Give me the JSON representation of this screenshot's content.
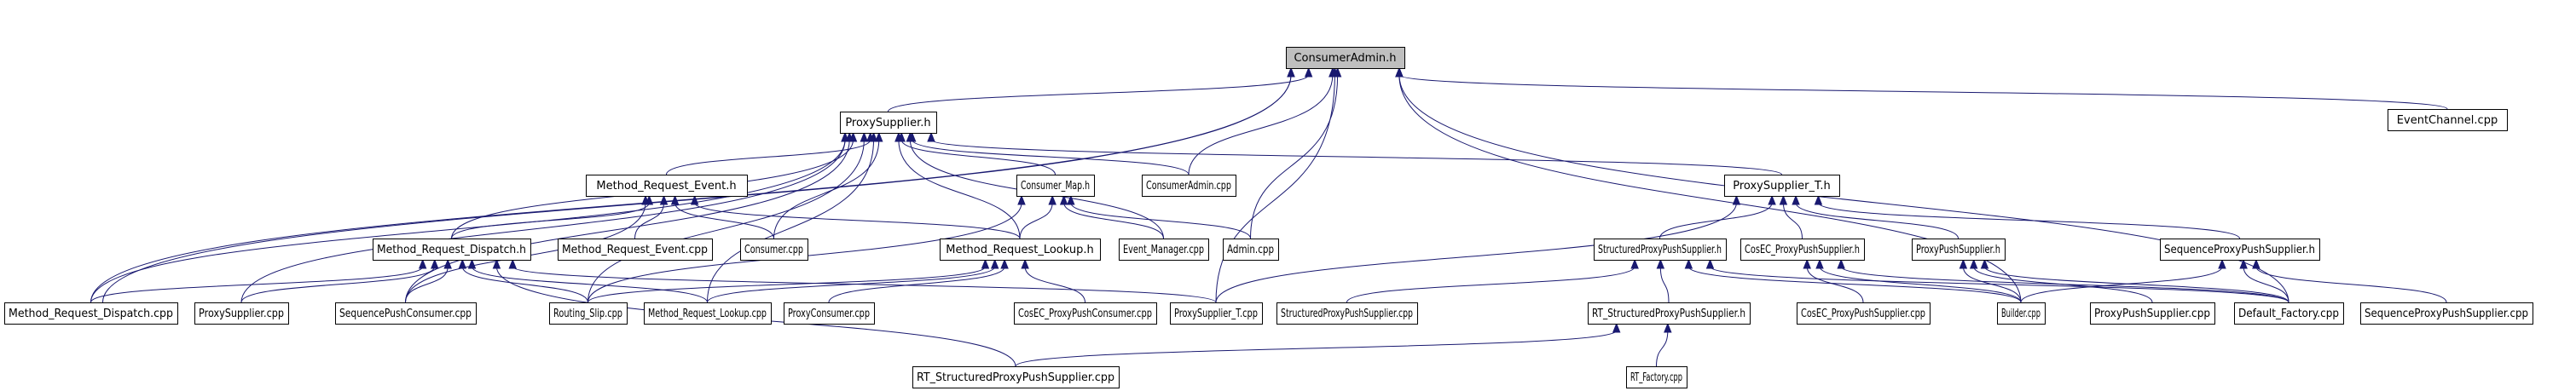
{
  "title": "ConsumerAdmin.h include dependency graph",
  "colors": {
    "edge": "#191970",
    "focus_fill": "#bfbfbf",
    "node_fill": "#ffffff",
    "node_border": "#000000"
  },
  "nodes": [
    {
      "id": "consumeradmin_h",
      "label": "ConsumerAdmin.h",
      "focus": true
    },
    {
      "id": "eventchannel_cpp",
      "label": "EventChannel.cpp"
    },
    {
      "id": "proxysupplier_h",
      "label": "ProxySupplier.h"
    },
    {
      "id": "method_request_event_h",
      "label": "Method_Request_Event.h"
    },
    {
      "id": "consumer_map_h",
      "label": "Consumer_Map.h"
    },
    {
      "id": "consumeradmin_cpp",
      "label": "ConsumerAdmin.cpp"
    },
    {
      "id": "proxysupplier_t_h",
      "label": "ProxySupplier_T.h"
    },
    {
      "id": "method_request_dispatch_h",
      "label": "Method_Request_Dispatch.h"
    },
    {
      "id": "method_request_event_cpp",
      "label": "Method_Request_Event.cpp"
    },
    {
      "id": "consumer_cpp",
      "label": "Consumer.cpp"
    },
    {
      "id": "method_request_lookup_h",
      "label": "Method_Request_Lookup.h"
    },
    {
      "id": "event_manager_cpp",
      "label": "Event_Manager.cpp"
    },
    {
      "id": "admin_cpp",
      "label": "Admin.cpp"
    },
    {
      "id": "structuredproxypushsupplier_h",
      "label": "StructuredProxyPushSupplier.h"
    },
    {
      "id": "cosec_proxypushsupplier_h",
      "label": "CosEC_ProxyPushSupplier.h"
    },
    {
      "id": "proxypushsupplier_h",
      "label": "ProxyPushSupplier.h"
    },
    {
      "id": "sequenceproxypushsupplier_h",
      "label": "SequenceProxyPushSupplier.h"
    },
    {
      "id": "method_request_dispatch_cpp",
      "label": "Method_Request_Dispatch.cpp"
    },
    {
      "id": "proxysupplier_cpp",
      "label": "ProxySupplier.cpp"
    },
    {
      "id": "sequencepushconsumer_cpp",
      "label": "SequencePushConsumer.cpp"
    },
    {
      "id": "routing_slip_cpp",
      "label": "Routing_Slip.cpp"
    },
    {
      "id": "method_request_lookup_cpp",
      "label": "Method_Request_Lookup.cpp"
    },
    {
      "id": "proxyconsumer_cpp",
      "label": "ProxyConsumer.cpp"
    },
    {
      "id": "cosec_proxypushconsumer_cpp",
      "label": "CosEC_ProxyPushConsumer.cpp"
    },
    {
      "id": "proxysupplier_t_cpp",
      "label": "ProxySupplier_T.cpp"
    },
    {
      "id": "structuredproxypushsupplier_cpp",
      "label": "StructuredProxyPushSupplier.cpp"
    },
    {
      "id": "rt_structuredproxypushsupplier_h",
      "label": "RT_StructuredProxyPushSupplier.h"
    },
    {
      "id": "cosec_proxypushsupplier_cpp",
      "label": "CosEC_ProxyPushSupplier.cpp"
    },
    {
      "id": "builder_cpp",
      "label": "Builder.cpp"
    },
    {
      "id": "proxypushsupplier_cpp",
      "label": "ProxyPushSupplier.cpp"
    },
    {
      "id": "default_factory_cpp",
      "label": "Default_Factory.cpp"
    },
    {
      "id": "sequenceproxypushsupplier_cpp",
      "label": "SequenceProxyPushSupplier.cpp"
    },
    {
      "id": "rt_structuredproxypushsupplier_cpp",
      "label": "RT_StructuredProxyPushSupplier.cpp"
    },
    {
      "id": "rt_factory_cpp",
      "label": "RT_Factory.cpp"
    }
  ],
  "edges": [
    {
      "from": "eventchannel_cpp",
      "to": "consumeradmin_h"
    },
    {
      "from": "proxysupplier_h",
      "to": "consumeradmin_h"
    },
    {
      "from": "consumeradmin_cpp",
      "to": "consumeradmin_h"
    },
    {
      "from": "admin_cpp",
      "to": "consumeradmin_h"
    },
    {
      "from": "proxysupplier_t_cpp",
      "to": "consumeradmin_h"
    },
    {
      "from": "builder_cpp",
      "to": "consumeradmin_h"
    },
    {
      "from": "default_factory_cpp",
      "to": "consumeradmin_h"
    },
    {
      "from": "method_request_dispatch_cpp",
      "to": "consumeradmin_h"
    },
    {
      "from": "method_request_dispatch_cpp",
      "to": "consumeradmin_h",
      "alt": true
    },
    {
      "from": "method_request_event_h",
      "to": "proxysupplier_h"
    },
    {
      "from": "consumer_map_h",
      "to": "proxysupplier_h"
    },
    {
      "from": "consumeradmin_cpp",
      "to": "proxysupplier_h"
    },
    {
      "from": "proxysupplier_t_h",
      "to": "proxysupplier_h"
    },
    {
      "from": "method_request_dispatch_h",
      "to": "proxysupplier_h"
    },
    {
      "from": "consumer_cpp",
      "to": "proxysupplier_h"
    },
    {
      "from": "method_request_lookup_h",
      "to": "proxysupplier_h"
    },
    {
      "from": "event_manager_cpp",
      "to": "proxysupplier_h"
    },
    {
      "from": "proxysupplier_cpp",
      "to": "proxysupplier_h"
    },
    {
      "from": "sequencepushconsumer_cpp",
      "to": "proxysupplier_h"
    },
    {
      "from": "routing_slip_cpp",
      "to": "proxysupplier_h"
    },
    {
      "from": "method_request_lookup_cpp",
      "to": "proxysupplier_h"
    },
    {
      "from": "method_request_dispatch_cpp",
      "to": "proxysupplier_h"
    },
    {
      "from": "method_request_dispatch_h",
      "to": "method_request_event_h"
    },
    {
      "from": "method_request_event_cpp",
      "to": "method_request_event_h"
    },
    {
      "from": "consumer_cpp",
      "to": "method_request_event_h"
    },
    {
      "from": "method_request_lookup_h",
      "to": "method_request_event_h"
    },
    {
      "from": "sequencepushconsumer_cpp",
      "to": "method_request_event_h"
    },
    {
      "from": "method_request_lookup_h",
      "to": "consumer_map_h"
    },
    {
      "from": "event_manager_cpp",
      "to": "consumer_map_h"
    },
    {
      "from": "admin_cpp",
      "to": "consumer_map_h"
    },
    {
      "from": "routing_slip_cpp",
      "to": "consumer_map_h"
    },
    {
      "from": "structuredproxypushsupplier_h",
      "to": "proxysupplier_t_h"
    },
    {
      "from": "cosec_proxypushsupplier_h",
      "to": "proxysupplier_t_h"
    },
    {
      "from": "proxypushsupplier_h",
      "to": "proxysupplier_t_h"
    },
    {
      "from": "sequenceproxypushsupplier_h",
      "to": "proxysupplier_t_h"
    },
    {
      "from": "proxysupplier_t_cpp",
      "to": "proxysupplier_t_h"
    },
    {
      "from": "method_request_dispatch_cpp",
      "to": "method_request_dispatch_h"
    },
    {
      "from": "proxysupplier_cpp",
      "to": "method_request_dispatch_h"
    },
    {
      "from": "sequencepushconsumer_cpp",
      "to": "method_request_dispatch_h"
    },
    {
      "from": "routing_slip_cpp",
      "to": "method_request_dispatch_h"
    },
    {
      "from": "method_request_lookup_cpp",
      "to": "method_request_dispatch_h"
    },
    {
      "from": "proxysupplier_t_cpp",
      "to": "method_request_dispatch_h"
    },
    {
      "from": "rt_structuredproxypushsupplier_cpp",
      "to": "method_request_dispatch_h"
    },
    {
      "from": "routing_slip_cpp",
      "to": "method_request_lookup_h"
    },
    {
      "from": "method_request_lookup_cpp",
      "to": "method_request_lookup_h"
    },
    {
      "from": "proxyconsumer_cpp",
      "to": "method_request_lookup_h"
    },
    {
      "from": "cosec_proxypushconsumer_cpp",
      "to": "method_request_lookup_h"
    },
    {
      "from": "structuredproxypushsupplier_cpp",
      "to": "structuredproxypushsupplier_h"
    },
    {
      "from": "rt_structuredproxypushsupplier_h",
      "to": "structuredproxypushsupplier_h"
    },
    {
      "from": "builder_cpp",
      "to": "structuredproxypushsupplier_h"
    },
    {
      "from": "default_factory_cpp",
      "to": "structuredproxypushsupplier_h"
    },
    {
      "from": "cosec_proxypushsupplier_cpp",
      "to": "cosec_proxypushsupplier_h"
    },
    {
      "from": "builder_cpp",
      "to": "cosec_proxypushsupplier_h"
    },
    {
      "from": "default_factory_cpp",
      "to": "cosec_proxypushsupplier_h"
    },
    {
      "from": "builder_cpp",
      "to": "proxypushsupplier_h"
    },
    {
      "from": "proxypushsupplier_cpp",
      "to": "proxypushsupplier_h"
    },
    {
      "from": "default_factory_cpp",
      "to": "proxypushsupplier_h"
    },
    {
      "from": "builder_cpp",
      "to": "sequenceproxypushsupplier_h"
    },
    {
      "from": "default_factory_cpp",
      "to": "sequenceproxypushsupplier_h"
    },
    {
      "from": "sequenceproxypushsupplier_cpp",
      "to": "sequenceproxypushsupplier_h"
    },
    {
      "from": "rt_structuredproxypushsupplier_cpp",
      "to": "rt_structuredproxypushsupplier_h"
    },
    {
      "from": "rt_factory_cpp",
      "to": "rt_structuredproxypushsupplier_h"
    }
  ]
}
